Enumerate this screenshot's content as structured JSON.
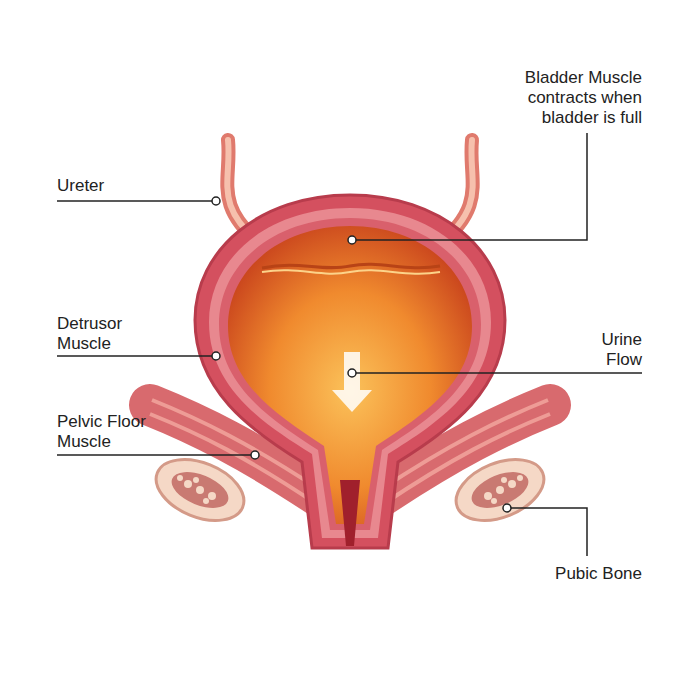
{
  "diagram": {
    "labels": [
      "Bladder Muscle contracts when bladder is full",
      "Ureter",
      "Detrusor Muscle",
      "Urine Flow",
      "Pelvic Floor Muscle",
      "Pubic Bone"
    ]
  }
}
